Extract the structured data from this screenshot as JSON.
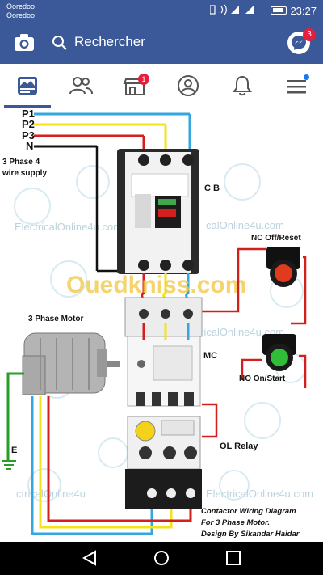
{
  "status_bar": {
    "carrier1": "Ooredoo",
    "carrier2": "Ooredoo",
    "time": "23:27"
  },
  "header": {
    "search_placeholder": "Rechercher",
    "messenger_badge": "3"
  },
  "tabs": [
    {
      "name": "news-feed",
      "icon": "newsfeed-icon",
      "active": true
    },
    {
      "name": "friends",
      "icon": "friends-icon"
    },
    {
      "name": "marketplace",
      "icon": "store-icon",
      "badge": "1"
    },
    {
      "name": "profile",
      "icon": "profile-icon"
    },
    {
      "name": "notifications",
      "icon": "bell-icon"
    },
    {
      "name": "menu",
      "icon": "menu-icon"
    }
  ],
  "diagram": {
    "p1": "P1",
    "p2": "P2",
    "p3": "P3",
    "n": "N",
    "supply_line1": "3 Phase 4",
    "supply_line2": "wire supply",
    "cb": "C B",
    "nc": "NC Off/Reset",
    "motor": "3 Phase Motor",
    "mc": "MC",
    "no": "NO  On/Start",
    "ol": "OL Relay",
    "earth": "E",
    "watermark_main": "Ouedkniss.com",
    "watermark_small1": "ElectricalOnline4u.com",
    "watermark_small2": "calOnline4u.com",
    "watermark_small3": "ricalOnline4u.com",
    "watermark_small4": "ctricalOnline4u",
    "watermark_small5": "ElectricalOnline4u.com",
    "caption1": "Contactor Wiring Diagram",
    "caption2": "For 3 Phase Motor.",
    "caption3": "Design By Sikandar Haidar"
  },
  "colors": {
    "brand": "#3b5998",
    "badge": "#e41e3f",
    "wire_red": "#d41f1f",
    "wire_yellow": "#f4e21a",
    "wire_blue": "#35a7e0",
    "wire_black": "#111111",
    "wire_green": "#2a9d2a"
  }
}
